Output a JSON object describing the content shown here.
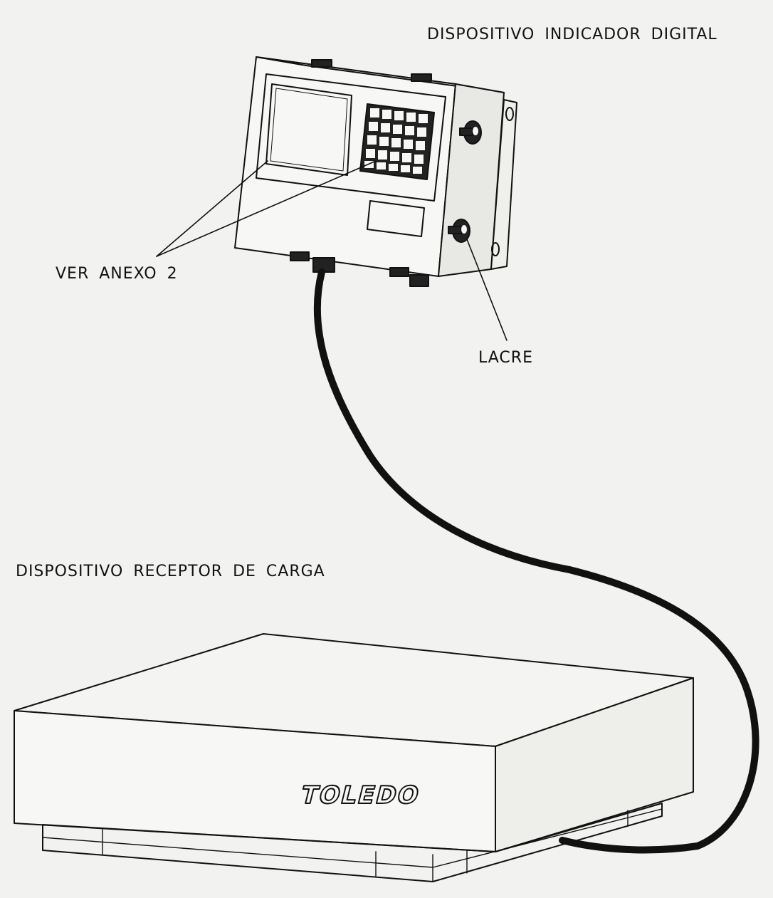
{
  "labels": {
    "indicator_device": "DISPOSITIVO INDICADOR DIGITAL",
    "see_annex": "VER ANEXO 2",
    "seal": "LACRE",
    "load_receptor": "DISPOSITIVO RECEPTOR DE CARGA"
  },
  "brand": "TOLEDO",
  "colors": {
    "line": "#111111",
    "paper": "#f2f2f0"
  }
}
